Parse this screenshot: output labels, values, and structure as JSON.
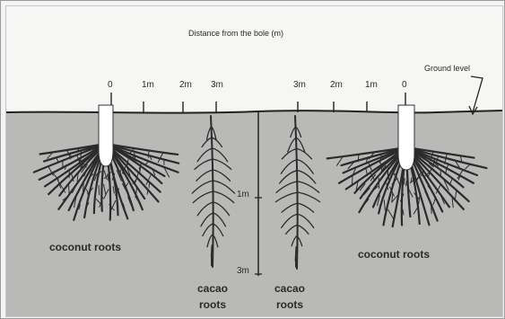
{
  "header": {
    "title": "Distance from the bole (m)",
    "ground_level": "Ground level"
  },
  "left_ticks": [
    "0",
    "1m",
    "2m",
    "3m"
  ],
  "right_ticks": [
    "3m",
    "2m",
    "1m",
    "0"
  ],
  "depth_ticks": [
    "1m",
    "3m"
  ],
  "labels": {
    "coconut_left": "coconut roots",
    "coconut_right": "coconut roots",
    "cacao_left_1": "cacao",
    "cacao_left_2": "roots",
    "cacao_right_1": "cacao",
    "cacao_right_2": "roots"
  },
  "colors": {
    "soil": "#b9b9b7",
    "root": "#2b2b2b",
    "bole": "#ffffff"
  }
}
